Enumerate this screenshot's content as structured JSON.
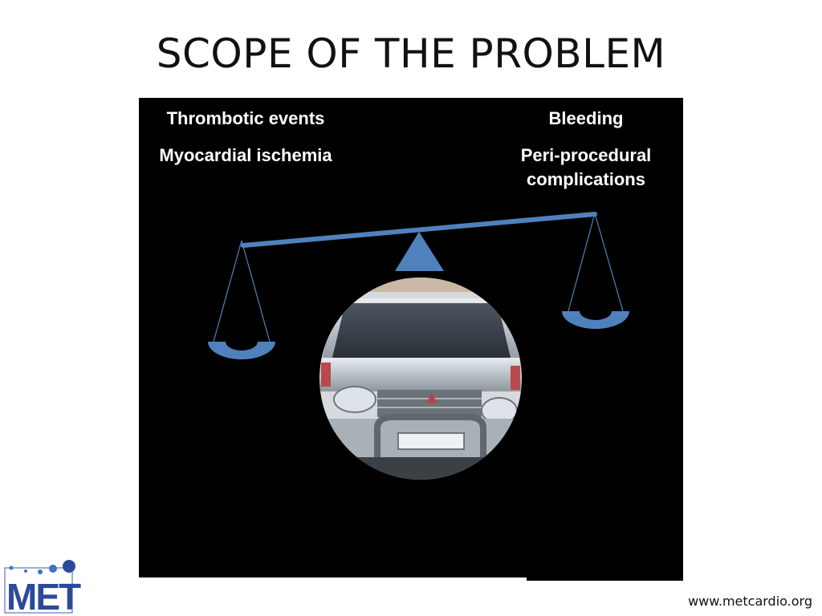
{
  "slide": {
    "title": "SCOPE OF THE PROBLEM",
    "footer_url": "www.metcardio.org"
  },
  "scale": {
    "left": {
      "heading": "Thrombotic events",
      "subtitle": "Myocardial ischemia"
    },
    "right": {
      "heading": "Bleeding",
      "subtitle": "Peri-procedural complications"
    }
  },
  "logo": {
    "text": "MET"
  },
  "colors": {
    "scale_blue": "#4f81bd",
    "panel": "#000000"
  }
}
